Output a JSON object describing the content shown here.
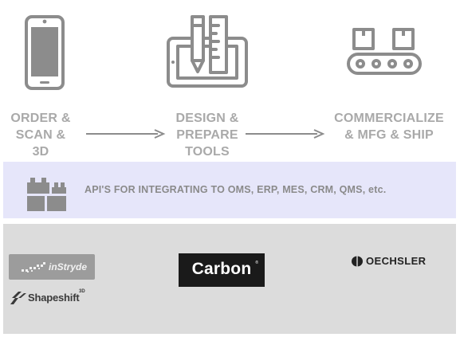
{
  "stages": [
    {
      "label_lines": [
        "ORDER &",
        "SCAN &",
        "3D"
      ],
      "icon": "smartphone-icon"
    },
    {
      "label_lines": [
        "DESIGN &",
        "PREPARE",
        "TOOLS"
      ],
      "icon": "tablet-design-tools-icon"
    },
    {
      "label_lines": [
        "COMMERCIALIZE",
        "& MFG & SHIP"
      ],
      "icon": "conveyor-belt-icon"
    }
  ],
  "api_band": {
    "text": "API'S FOR INTEGRATING TO OMS, ERP, MES, CRM, QMS, etc.",
    "icon": "building-blocks-icon"
  },
  "partners": {
    "instryde": "inStryde",
    "shapeshift": "Shapeshift",
    "shapeshift_sup": "3D",
    "carbon": "Carbon",
    "carbon_mark": "®",
    "oechsler": "OECHSLER"
  },
  "colors": {
    "icon_gray": "#8c8c8c",
    "label_gray": "#a9a9a9",
    "api_band_bg": "#e6e6fa",
    "partners_band_bg": "#dcdcdc"
  }
}
